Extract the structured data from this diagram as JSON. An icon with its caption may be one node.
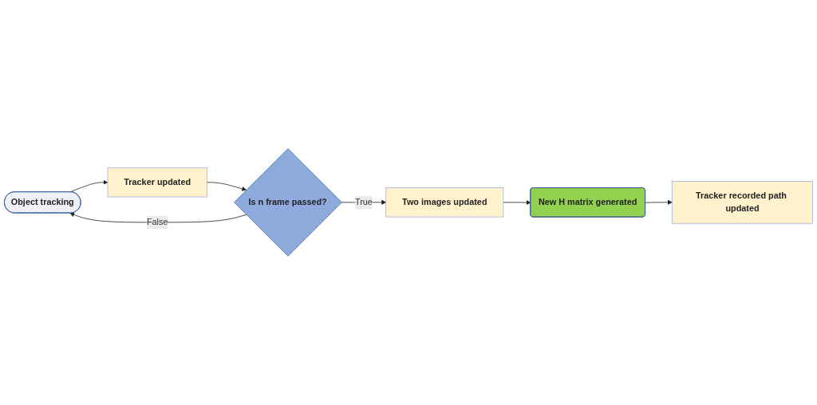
{
  "diagram": {
    "nodes": [
      {
        "text": [
          "Object tracking"
        ]
      },
      {
        "text": [
          "Tracker updated"
        ]
      },
      {
        "text": [
          "Is n frame passed?"
        ]
      },
      {
        "text": [
          "Two images updated"
        ]
      },
      {
        "text": [
          "New H matrix generated"
        ]
      },
      {
        "text": [
          "Tracker recorded path updated"
        ]
      }
    ],
    "edges": [
      {
        "from": 0,
        "to": 1,
        "arrow": "to"
      },
      {
        "from": 1,
        "to": 2,
        "arrow": "to"
      },
      {
        "from": 2,
        "to": 0,
        "label": "False",
        "arrow": "to"
      },
      {
        "from": 2,
        "to": 3,
        "label": "True",
        "arrow": "to"
      },
      {
        "from": 3,
        "to": 4,
        "arrow": "to"
      },
      {
        "from": 4,
        "to": 5,
        "arrow": "to"
      }
    ]
  }
}
